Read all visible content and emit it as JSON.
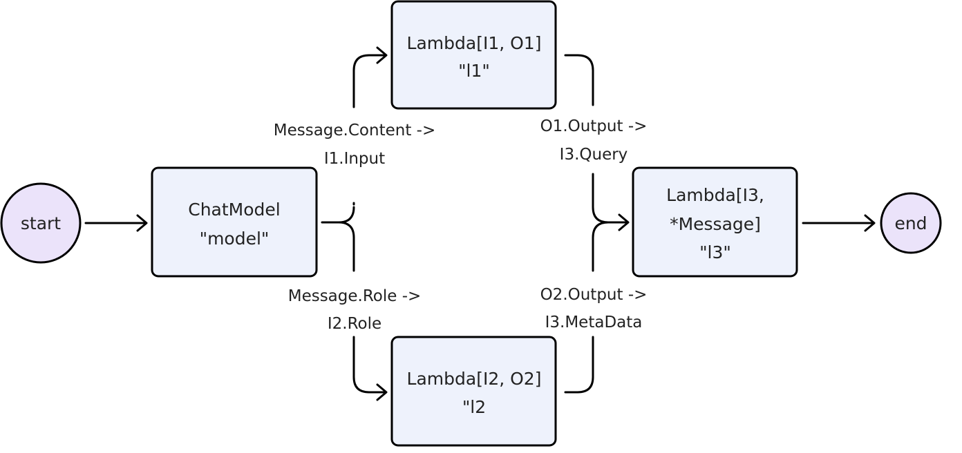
{
  "nodes": {
    "start": {
      "label": "start"
    },
    "model": {
      "lines": [
        "ChatModel",
        "\"model\""
      ]
    },
    "l1": {
      "lines": [
        "Lambda[I1, O1]",
        "\"l1\""
      ]
    },
    "l2": {
      "lines": [
        "Lambda[I2, O2]",
        "\"l2"
      ]
    },
    "l3": {
      "lines": [
        "Lambda[I3,",
        "*Message]",
        "\"l3\""
      ]
    },
    "end": {
      "label": "end"
    }
  },
  "edges": {
    "model_l1": [
      "Message.Content ->",
      "I1.Input"
    ],
    "model_l2": [
      "Message.Role ->",
      "I2.Role"
    ],
    "l1_l3": [
      "O1.Output ->",
      "I3.Query"
    ],
    "l2_l3": [
      "O2.Output ->",
      "I3.MetaData"
    ]
  }
}
